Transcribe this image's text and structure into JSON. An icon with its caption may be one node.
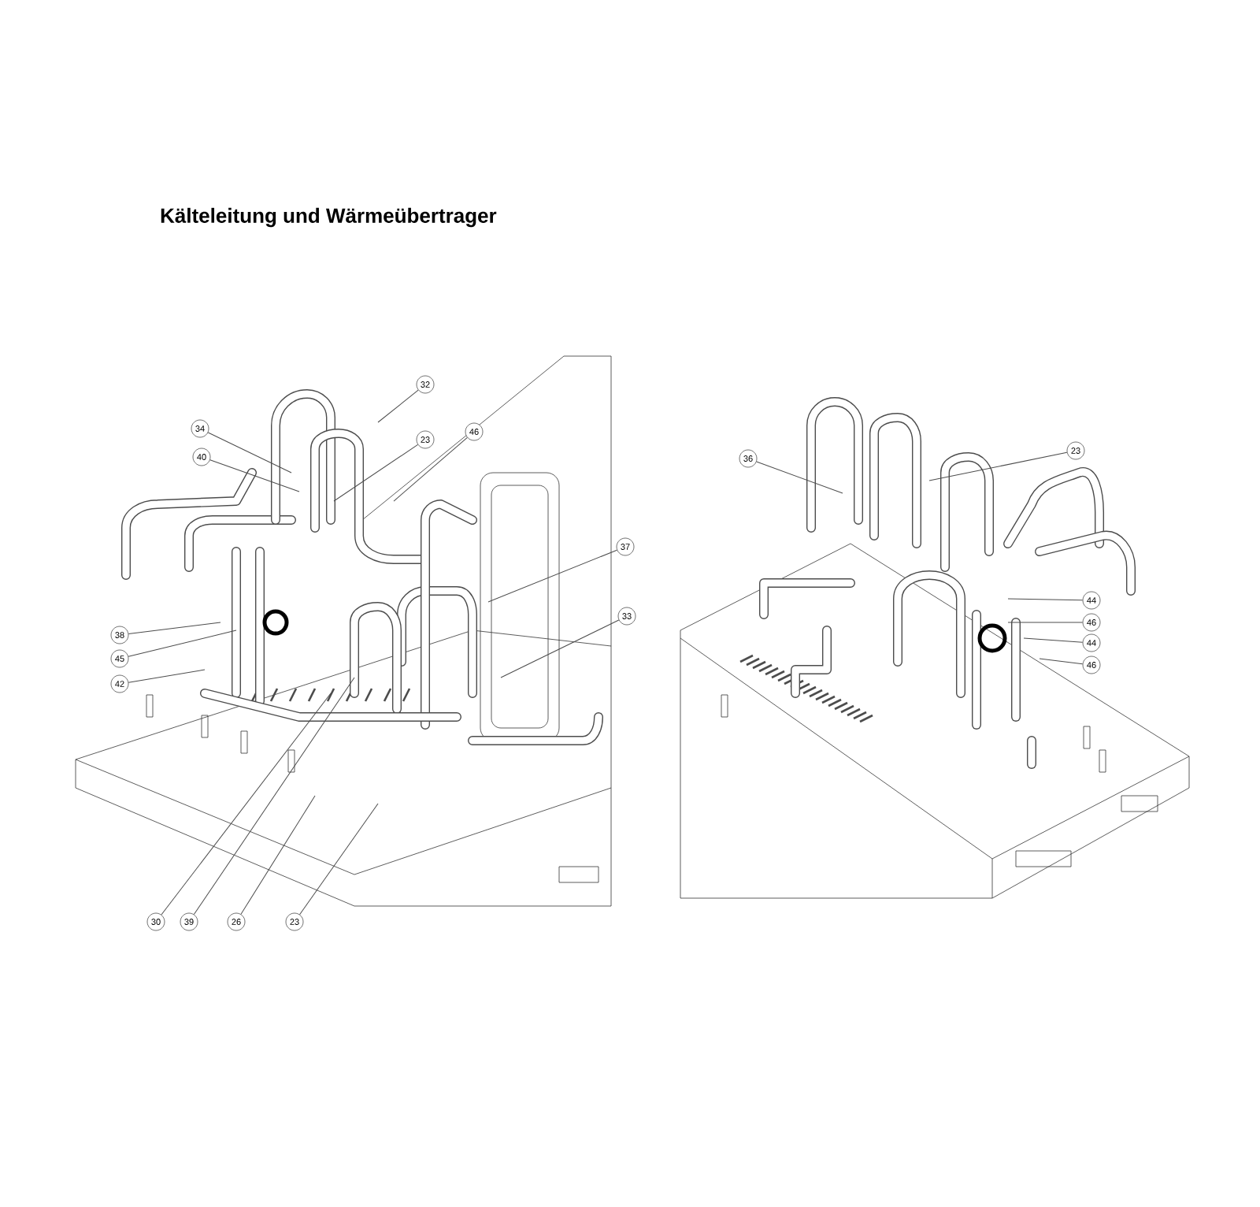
{
  "diagram": {
    "title": "Kälteleitung und Wärmeübertrager",
    "nodes": [
      {
        "text": [
          "32"
        ]
      },
      {
        "text": [
          "34"
        ]
      },
      {
        "text": [
          "40"
        ]
      },
      {
        "text": [
          "23"
        ]
      },
      {
        "text": [
          "46"
        ]
      },
      {
        "text": [
          "37"
        ]
      },
      {
        "text": [
          "33"
        ]
      },
      {
        "text": [
          "38"
        ]
      },
      {
        "text": [
          "45"
        ]
      },
      {
        "text": [
          "42"
        ]
      },
      {
        "text": [
          "30"
        ]
      },
      {
        "text": [
          "39"
        ]
      },
      {
        "text": [
          "26"
        ]
      },
      {
        "text": [
          "23"
        ]
      },
      {
        "text": [
          "36"
        ]
      },
      {
        "text": [
          "23"
        ]
      },
      {
        "text": [
          "44"
        ]
      },
      {
        "text": [
          "46"
        ]
      },
      {
        "text": [
          "44"
        ]
      },
      {
        "text": [
          "46"
        ]
      }
    ],
    "edges": [
      {
        "from": 0,
        "to": null,
        "arrow": "none"
      },
      {
        "from": 1,
        "to": null,
        "arrow": "none"
      },
      {
        "from": 2,
        "to": null,
        "arrow": "none"
      },
      {
        "from": 3,
        "to": null,
        "arrow": "none"
      },
      {
        "from": 4,
        "to": null,
        "arrow": "none"
      },
      {
        "from": 5,
        "to": null,
        "arrow": "none"
      },
      {
        "from": 6,
        "to": null,
        "arrow": "none"
      },
      {
        "from": 7,
        "to": null,
        "arrow": "none"
      },
      {
        "from": 8,
        "to": null,
        "arrow": "none"
      },
      {
        "from": 9,
        "to": null,
        "arrow": "none"
      },
      {
        "from": 10,
        "to": null,
        "arrow": "none"
      },
      {
        "from": 11,
        "to": null,
        "arrow": "none"
      },
      {
        "from": 12,
        "to": null,
        "arrow": "none"
      },
      {
        "from": 13,
        "to": null,
        "arrow": "none"
      },
      {
        "from": 14,
        "to": null,
        "arrow": "none"
      },
      {
        "from": 15,
        "to": null,
        "arrow": "none"
      },
      {
        "from": 16,
        "to": null,
        "arrow": "none"
      },
      {
        "from": 17,
        "to": null,
        "arrow": "none"
      },
      {
        "from": 18,
        "to": null,
        "arrow": "none"
      },
      {
        "from": 19,
        "to": null,
        "arrow": "none"
      }
    ]
  }
}
